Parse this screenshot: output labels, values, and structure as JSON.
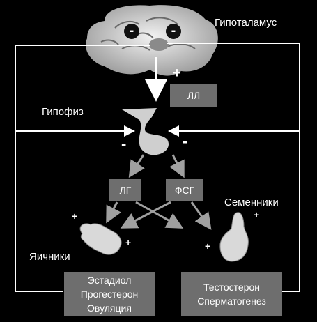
{
  "labels": {
    "hypothalamus": "Гипоталамус",
    "pituitary": "Гипофиз",
    "testes": "Семенники",
    "ovaries": "Яичники"
  },
  "boxes": {
    "ll": "ЛЛ",
    "lg": "ЛГ",
    "fsg": "ФСГ",
    "female_hormones": [
      "Эстадиол",
      "Прогестерон",
      "Овуляция"
    ],
    "male_hormones": [
      "Тестостерон",
      "Сперматогенез"
    ]
  },
  "signs": {
    "neg": "-",
    "pos": "+"
  },
  "colors": {
    "background": "#000000",
    "box_fill": "#6e6e6e",
    "line": "#ffffff",
    "arrow_gray": "#a0a0a0",
    "organ_fill": "#d9d9d9"
  }
}
